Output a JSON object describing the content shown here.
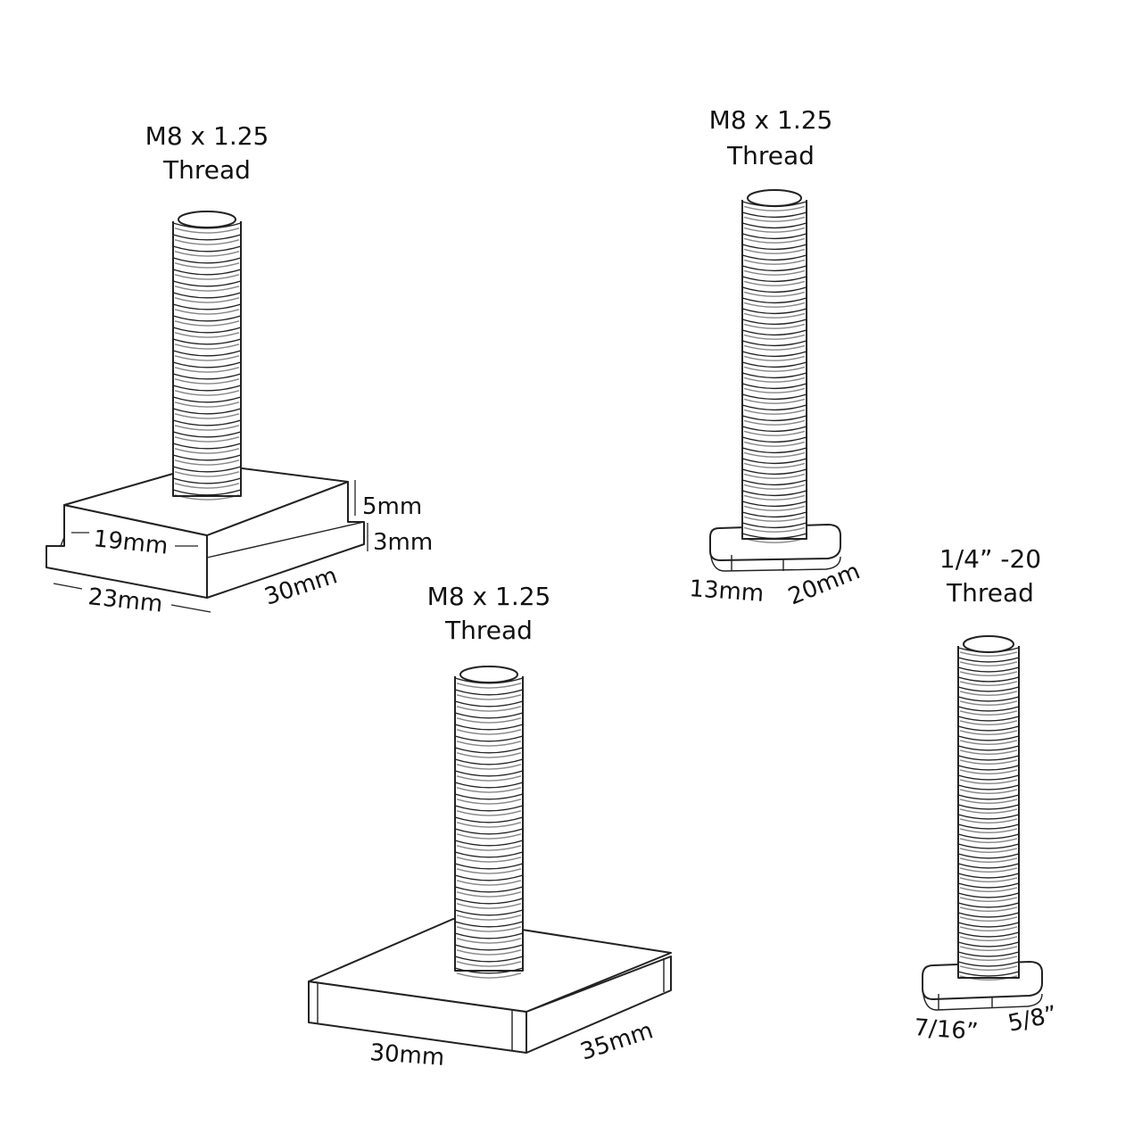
{
  "diagram": {
    "bolt_a": {
      "title_line1": "M8 x 1.25",
      "title_line2": "Thread",
      "dim_height_top": "5mm",
      "dim_height_bottom": "3mm",
      "dim_inner_width": "19mm",
      "dim_width": "23mm",
      "dim_length": "30mm"
    },
    "bolt_b": {
      "title_line1": "M8 x 1.25",
      "title_line2": "Thread",
      "dim_width": "13mm",
      "dim_length": "20mm"
    },
    "bolt_c": {
      "title_line1": "M8 x 1.25",
      "title_line2": "Thread",
      "dim_width": "30mm",
      "dim_length": "35mm"
    },
    "bolt_d": {
      "title_line1": "1/4” -20",
      "title_line2": "Thread",
      "dim_width": "7/16”",
      "dim_length": "5/8”"
    }
  },
  "colors": {
    "line": "#222222",
    "fill": "#ffffff",
    "text": "#111111"
  }
}
